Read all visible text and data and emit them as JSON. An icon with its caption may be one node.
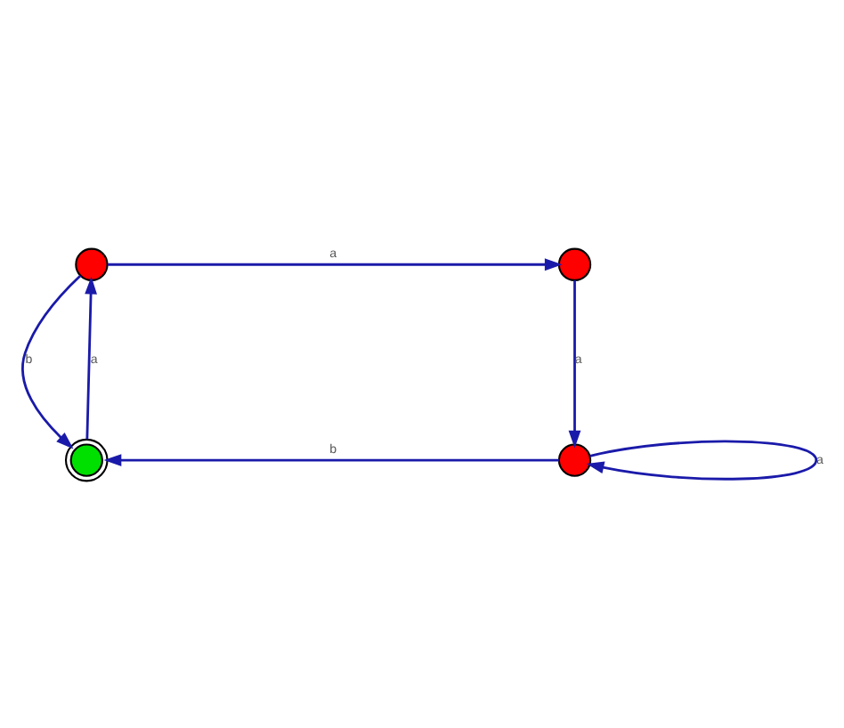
{
  "diagram": {
    "nodes": [
      {
        "text": [],
        "shape": "circle"
      },
      {
        "text": [],
        "shape": "circle"
      },
      {
        "text": [],
        "shape": "circle"
      },
      {
        "text": [],
        "shape": "circle"
      }
    ],
    "edges": [
      {
        "from": 0,
        "to": 1,
        "arrow": "to",
        "label": "a"
      },
      {
        "from": 1,
        "to": 2,
        "arrow": "to",
        "label": "a"
      },
      {
        "from": 2,
        "to": 2,
        "arrow": "to",
        "label": "a"
      },
      {
        "from": 2,
        "to": 3,
        "arrow": "to",
        "label": "b"
      },
      {
        "from": 3,
        "to": 0,
        "arrow": "to",
        "label": "a"
      },
      {
        "from": 0,
        "to": 3,
        "arrow": "to",
        "label": "b"
      }
    ]
  }
}
